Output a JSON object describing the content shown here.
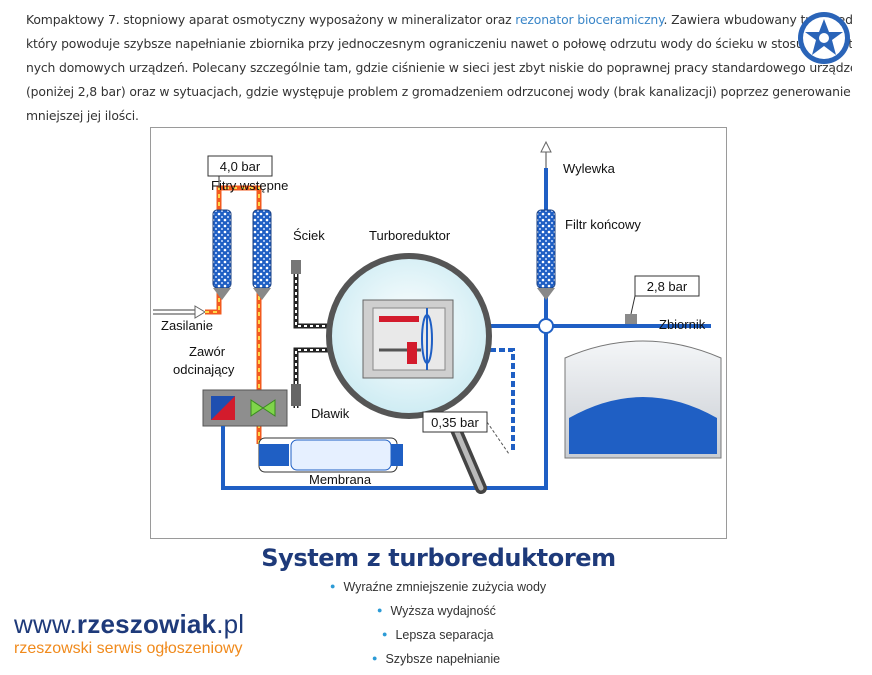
{
  "intro": {
    "line1_a": "Kompaktowy 7. stopniowy aparat osmotyczny wyposażony w mineralizator oraz ",
    "line1_link": "rezonator bioceramiczny",
    "line1_b": ". Zawiera wbudowany turboreduktor,",
    "line2": "który powoduje szybsze napełnianie zbiornika przy jednoczesnym ograniczeniu nawet o połowę odrzutu wody do ścieku w stosunku do tradycyj-",
    "line3": "nych domowych urządzeń.  Polecany szczególnie tam, gdzie ciśnienie w sieci jest zbyt niskie do poprawnej pracy standardowego urządzenia",
    "line4": "(poniżej 2,8 bar) oraz w sytuacjach, gdzie występuje problem z gromadzeniem odrzuconej wody (brak kanalizacji) poprzez generowanie",
    "line5": "mniejszej jej ilości."
  },
  "diagram": {
    "pressure_in": "4,0 bar",
    "prefilters": "Fitry wstępne",
    "waste": "Ściek",
    "turboreductor": "Turboreduktor",
    "outlet": "Wylewka",
    "final_filter": "Filtr końcowy",
    "tank_pressure": "2,8 bar",
    "tank": "Zbiornik",
    "supply": "Zasilanie",
    "valve_line1": "Zawór",
    "valve_line2": "odcinający",
    "restrictor": "Dławik",
    "pressure_low": "0,35 bar",
    "membrane": "Membrana"
  },
  "title": "System z turboreduktorem",
  "benefits": [
    "Wyraźne zmniejszenie zużycia wody",
    "Wyższa wydajność",
    "Lepsza separacja",
    "Szybsze napełnianie"
  ],
  "brand": {
    "www": "www.",
    "name": "rzeszowiak",
    "tld": ".pl",
    "tagline": "rzeszowski serwis ogłoszeniowy"
  },
  "colors": {
    "water_blue": "#1f5fc4",
    "hot_line": "#f25a1e",
    "title_navy": "#1e3a7a",
    "brand_orange": "#f08a1c",
    "link_blue": "#3a86c8"
  }
}
